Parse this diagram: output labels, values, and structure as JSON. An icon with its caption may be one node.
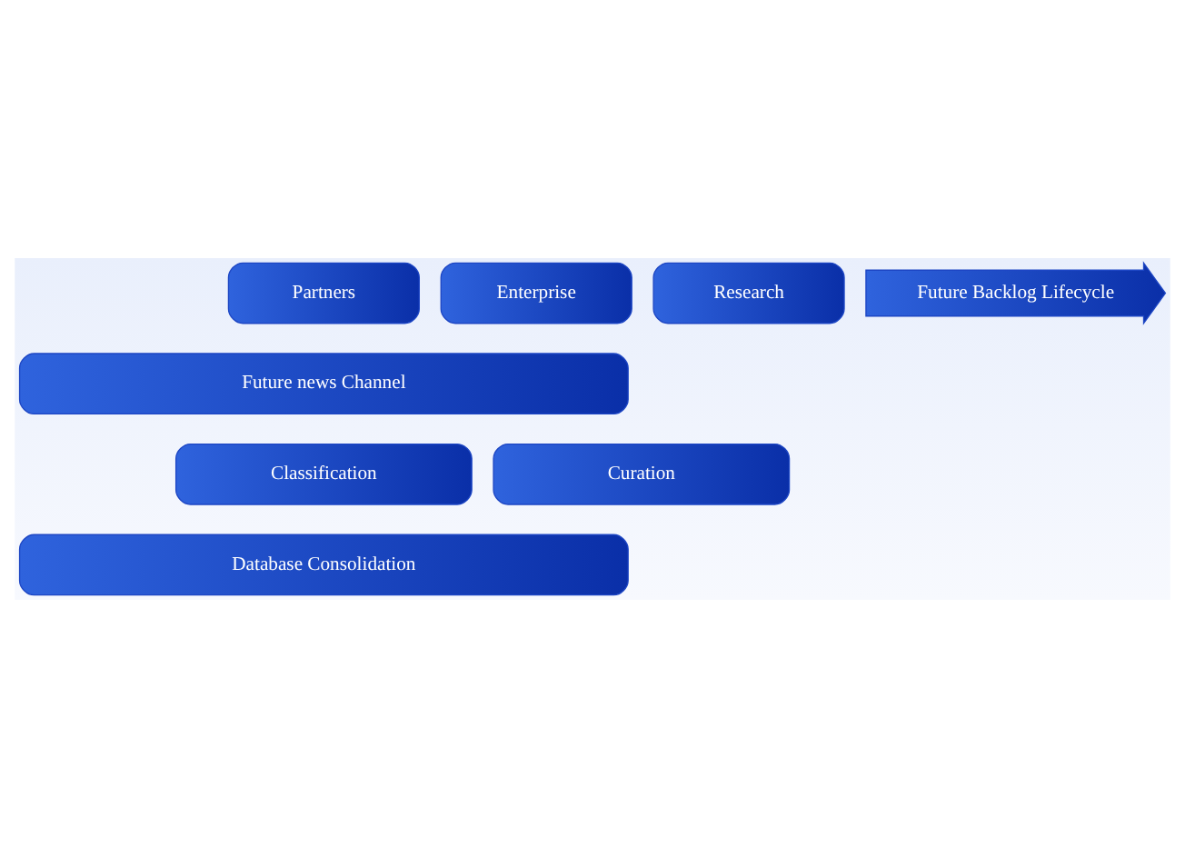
{
  "diagram": {
    "nodes": [
      {
        "text": [
          "Partners"
        ]
      },
      {
        "text": [
          "Enterprise"
        ]
      },
      {
        "text": [
          "Research"
        ]
      },
      {
        "text": [
          "Future news Channel"
        ]
      },
      {
        "text": [
          "Classification"
        ]
      },
      {
        "text": [
          "Curation"
        ]
      },
      {
        "text": [
          "Database Consolidation"
        ]
      },
      {
        "text": [
          "Future Backlog Lifecycle"
        ]
      }
    ]
  }
}
